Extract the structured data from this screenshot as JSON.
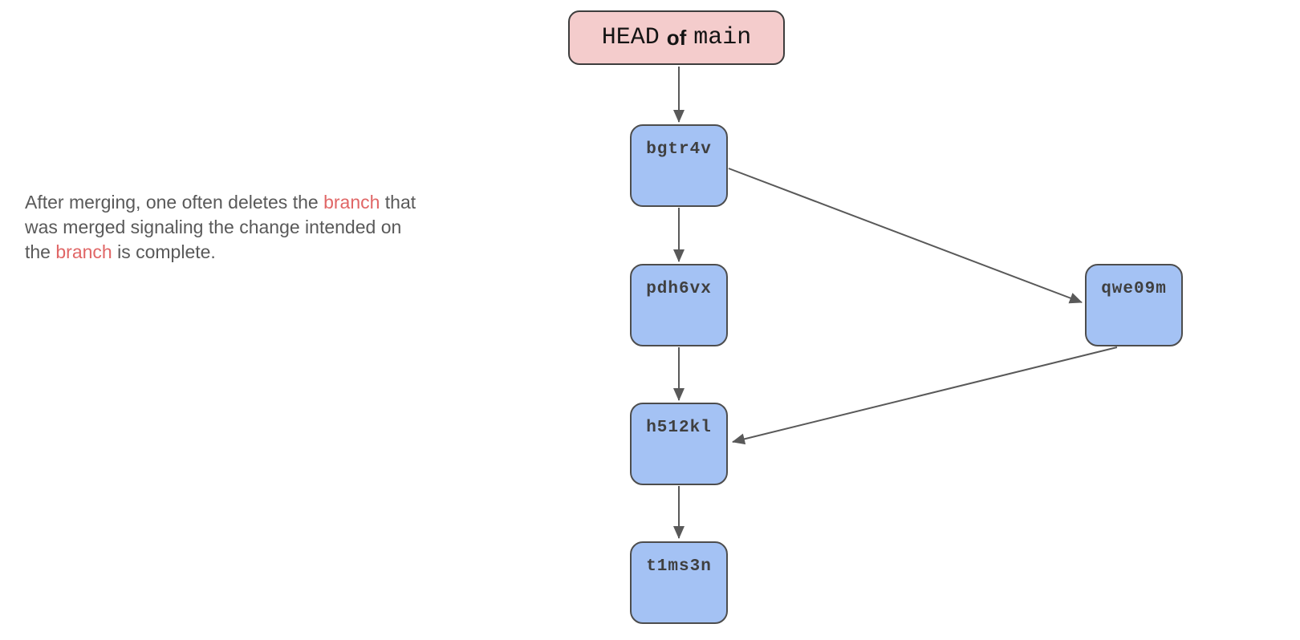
{
  "diagram": {
    "type": "git-commit-graph",
    "head": {
      "label_head": "HEAD",
      "label_of": "of",
      "label_ref": "main"
    },
    "commits": [
      {
        "id": "bgtr4v",
        "label": "bgtr4v"
      },
      {
        "id": "pdh6vx",
        "label": "pdh6vx"
      },
      {
        "id": "h512kl",
        "label": "h512kl"
      },
      {
        "id": "t1ms3n",
        "label": "t1ms3n"
      },
      {
        "id": "qwe09m",
        "label": "qwe09m"
      }
    ],
    "edges": [
      {
        "from": "HEAD of main",
        "to": "bgtr4v"
      },
      {
        "from": "bgtr4v",
        "to": "pdh6vx"
      },
      {
        "from": "pdh6vx",
        "to": "h512kl"
      },
      {
        "from": "h512kl",
        "to": "t1ms3n"
      },
      {
        "from": "bgtr4v",
        "to": "qwe09m"
      },
      {
        "from": "qwe09m",
        "to": "h512kl"
      }
    ]
  },
  "annotation": {
    "full_text": "After merging, one often deletes the branch that was merged signaling the change intended on the branch is complete.",
    "line1": [
      {
        "text": "After merging, one often deletes the ",
        "highlight": false
      },
      {
        "text": "branch",
        "highlight": true
      },
      {
        "text": " that",
        "highlight": false
      }
    ],
    "line2": [
      {
        "text": "was merged signaling the change intended on",
        "highlight": false
      }
    ],
    "line3": [
      {
        "text": "the ",
        "highlight": false
      },
      {
        "text": "branch",
        "highlight": true
      },
      {
        "text": " is complete.",
        "highlight": false
      }
    ]
  },
  "colors": {
    "commit_fill": "#a4c2f4",
    "head_fill": "#f4cccc",
    "node_border": "#4d4d4d",
    "edge": "#595959",
    "node_text": "#3f3f3f",
    "paragraph_text": "#595959",
    "highlight_text": "#e06666",
    "background": "#ffffff"
  }
}
